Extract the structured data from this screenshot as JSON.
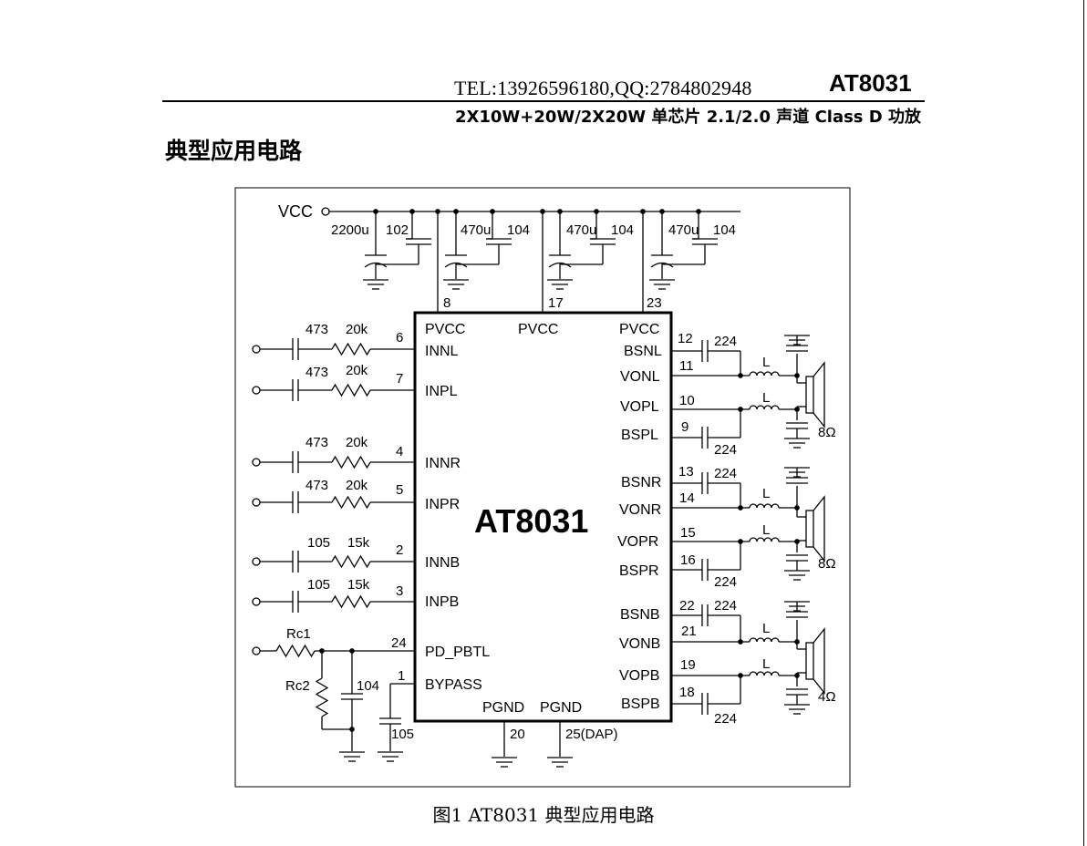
{
  "header": {
    "contact": "TEL:13926596180,QQ:2784802948",
    "chip_name": "AT8031",
    "subtitle": "2X10W+20W/2X20W 单芯片 2.1/2.0 声道 Class D 功放"
  },
  "section_title": "典型应用电路",
  "schematic": {
    "vcc_label": "VCC",
    "chip_label": "AT8031",
    "supply_caps": [
      {
        "bulk": "2200u",
        "bypass": "102"
      },
      {
        "bulk": "470u",
        "bypass": "104"
      },
      {
        "bulk": "470u",
        "bypass": "104"
      },
      {
        "bulk": "470u",
        "bypass": "104"
      }
    ],
    "supply_pins": [
      {
        "pin": "8",
        "label": "PVCC"
      },
      {
        "pin": "17",
        "label": "PVCC"
      },
      {
        "pin": "23",
        "label": "PVCC"
      }
    ],
    "inputs": [
      {
        "cap": "473",
        "res": "20k",
        "pin": "6",
        "label": "INNL"
      },
      {
        "cap": "473",
        "res": "20k",
        "pin": "7",
        "label": "INPL"
      },
      {
        "cap": "473",
        "res": "20k",
        "pin": "4",
        "label": "INNR"
      },
      {
        "cap": "473",
        "res": "20k",
        "pin": "5",
        "label": "INPR"
      },
      {
        "cap": "105",
        "res": "15k",
        "pin": "2",
        "label": "INNB"
      },
      {
        "cap": "105",
        "res": "15k",
        "pin": "3",
        "label": "INPB"
      }
    ],
    "control": {
      "rc1": "Rc1",
      "rc2": "Rc2",
      "cap_pd": "104",
      "cap_bypass": "105",
      "pin_pd": "24",
      "label_pd": "PD_PBTL",
      "pin_bypass": "1",
      "label_bypass": "BYPASS"
    },
    "ground_pins": [
      {
        "pin": "20",
        "label": "PGND"
      },
      {
        "pin": "25(DAP)",
        "label": "PGND"
      }
    ],
    "outputs": [
      {
        "pin": "12",
        "label": "BSNL",
        "cap": "224"
      },
      {
        "pin": "11",
        "label": "VONL"
      },
      {
        "pin": "10",
        "label": "VOPL"
      },
      {
        "pin": "9",
        "label": "BSPL",
        "cap": "224"
      },
      {
        "pin": "13",
        "label": "BSNR",
        "cap": "224"
      },
      {
        "pin": "14",
        "label": "VONR"
      },
      {
        "pin": "15",
        "label": "VOPR"
      },
      {
        "pin": "16",
        "label": "BSPR",
        "cap": "224"
      },
      {
        "pin": "22",
        "label": "BSNB",
        "cap": "224"
      },
      {
        "pin": "21",
        "label": "VONB"
      },
      {
        "pin": "19",
        "label": "VOPB"
      },
      {
        "pin": "18",
        "label": "BSPB",
        "cap": "224"
      }
    ],
    "inductor_label": "L",
    "speakers": [
      "8Ω",
      "8Ω",
      "4Ω"
    ]
  },
  "caption": "图1  AT8031 典型应用电路"
}
